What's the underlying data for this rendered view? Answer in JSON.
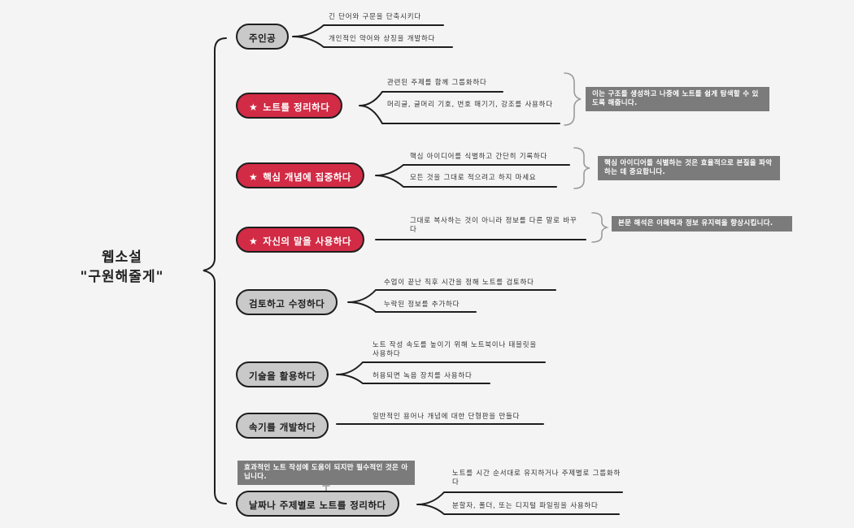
{
  "root": {
    "line1": "웹소설",
    "line2": "\"구원해줄게\""
  },
  "nodes": [
    {
      "label": "주인공",
      "starred": false,
      "leaves": [
        "긴 단어와 구문을 단축시키다",
        "개인적인 약어와 상징을 개발하다"
      ]
    },
    {
      "label": "노트를 정리하다",
      "starred": true,
      "leaves": [
        "관련된 주제를 함께 그룹화하다",
        "머리글, 글머리 기호, 번호 매기기, 강조를 사용하다"
      ],
      "note": "이는 구조를 생성하고 나중에 노트를 쉽게 탐색할 수 있도록 해줍니다."
    },
    {
      "label": "핵심 개념에 집중하다",
      "starred": true,
      "leaves": [
        "핵심 아이디어를 식별하고 간단히 기록하다",
        "모든 것을 그대로 적으려고 하지 마세요"
      ],
      "note": "핵심 아이디어를 식별하는 것은 효율적으로 본질을 파악하는 데 중요합니다."
    },
    {
      "label": "자신의 말을 사용하다",
      "starred": true,
      "leaves": [
        "그대로 복사하는 것이 아니라 정보를 다른 말로 바꾸다"
      ],
      "note": "본문 해석은 이해력과 정보 유지력을 향상시킵니다."
    },
    {
      "label": "검토하고 수정하다",
      "starred": false,
      "leaves": [
        "수업이 끝난 직후 시간을 정해 노트를 검토하다",
        "누락된 정보를 추가하다"
      ]
    },
    {
      "label": "기술을 활용하다",
      "starred": false,
      "leaves": [
        "노트 작성 속도를 높이기 위해 노트북이나 태블릿을 사용하다",
        "허용되면 녹음 장치를 사용하다"
      ]
    },
    {
      "label": "속기를 개발하다",
      "starred": false,
      "leaves": [
        "일반적인 용어나 개념에 대한 단형판을 만들다"
      ]
    },
    {
      "label": "날짜나 주제별로 노트를 정리하다",
      "starred": false,
      "leaves": [
        "노트를 시간 순서대로 유지하거나 주제별로 그룹화하다",
        "분할자, 폴더, 또는 디지털 파일링을 사용하다"
      ],
      "note": "효과적인 노트 작성에 도움이 되지만 필수적인 것은 아닙니다."
    }
  ],
  "colors": {
    "accent": "#d22b45",
    "node_gray": "#c9c9c9",
    "note_gray": "#7b7b7b",
    "line": "#1e1e1e"
  }
}
